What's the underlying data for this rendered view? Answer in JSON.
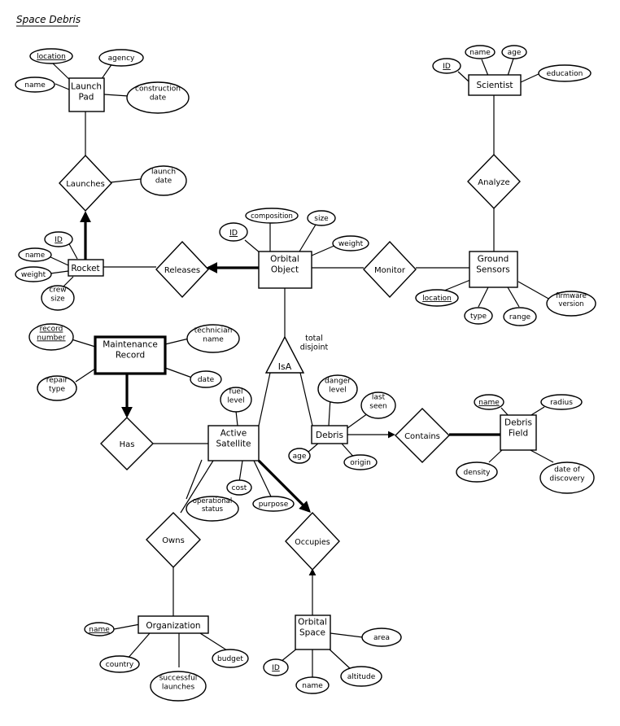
{
  "title": "Space Debris",
  "entities": {
    "launch_pad": "Launch\nPad",
    "rocket": "Rocket",
    "maintenance_record": "Maintenance\nRecord",
    "scientist": "Scientist",
    "ground_sensors": "Ground\nSensors",
    "orbital_object": "Orbital\nObject",
    "active_satellite": "Active\nSatellite",
    "debris": "Debris",
    "debris_field": "Debris\nField",
    "organization": "Organization",
    "orbital_space": "Orbital\nSpace"
  },
  "relationships": {
    "launches": "Launches",
    "releases": "Releases",
    "analyze": "Analyze",
    "monitor": "Monitor",
    "has": "Has",
    "contains": "Contains",
    "owns": "Owns",
    "occupies": "Occupies"
  },
  "isa": {
    "label": "IsA",
    "note": "total\ndisjoint"
  },
  "attributes": {
    "lp_location": "location",
    "lp_agency": "agency",
    "lp_name": "name",
    "lp_construction_date": "construction\ndate",
    "launch_date": "launch\ndate",
    "sci_id": "ID",
    "sci_name": "name",
    "sci_age": "age",
    "sci_education": "education",
    "oo_id": "ID",
    "oo_composition": "composition",
    "oo_size": "size",
    "oo_weight": "weight",
    "r_id": "ID",
    "r_name": "name",
    "r_weight": "weight",
    "r_crew_size": "crew\nsize",
    "gs_location": "location",
    "gs_type": "type",
    "gs_range": "range",
    "gs_firmware": "firmware\nversion",
    "mr_record_number": "record\nnumber",
    "mr_technician_name": "technician\nname",
    "mr_repair_type": "repair\ntype",
    "mr_date": "date",
    "as_fuel_level": "fuel\nlevel",
    "as_cost": "cost",
    "as_operational_status": "operational\nstatus",
    "as_purpose": "purpose",
    "d_danger_level": "danger\nlevel",
    "d_last_seen": "last\nseen",
    "d_age": "age",
    "d_origin": "origin",
    "df_name": "name",
    "df_radius": "radius",
    "df_density": "density",
    "df_date_of_discovery": "date of\ndiscovery",
    "org_name": "name",
    "org_country": "country",
    "org_successful_launches": "successful\nlaunches",
    "org_budget": "budget",
    "os_area": "area",
    "os_id": "ID",
    "os_name": "name",
    "os_altitude": "altitude"
  }
}
